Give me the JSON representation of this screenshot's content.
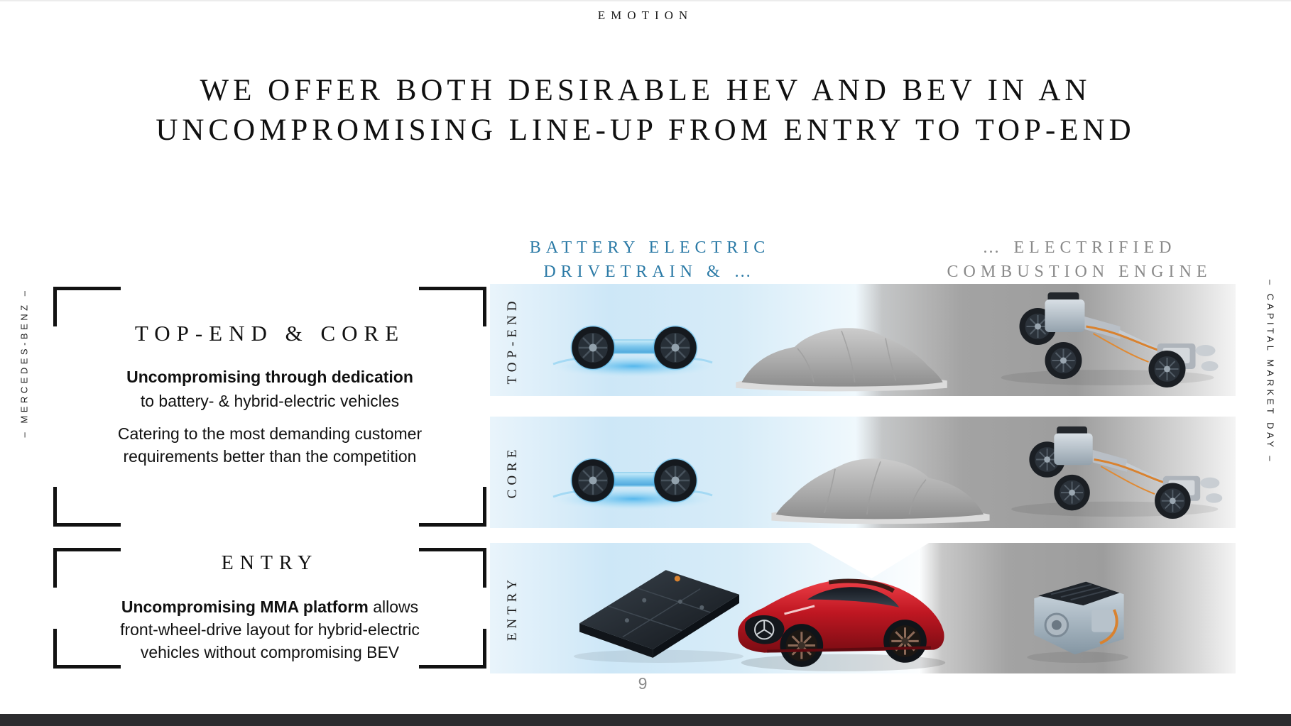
{
  "header": {
    "eyebrow": "EMOTION",
    "title_line1": "WE OFFER BOTH DESIRABLE HEV AND BEV IN AN",
    "title_line2": "UNCOMPROMISING LINE-UP FROM ENTRY TO TOP-END"
  },
  "side_labels": {
    "left": "– MERCEDES-BENZ –",
    "right": "– CAPITAL MARKET DAY –"
  },
  "columns": {
    "bev": {
      "line1": "BATTERY ELECTRIC",
      "line2": "DRIVETRAIN & …",
      "color": "#2b7aa6"
    },
    "ice": {
      "line1": "… ELECTRIFIED",
      "line2": "COMBUSTION ENGINE",
      "color": "#8a8a8a"
    }
  },
  "sections": [
    {
      "heading": "TOP-END & CORE",
      "lead_bold": "Uncompromising through dedication",
      "lead_line2": "to battery- & hybrid-electric vehicles",
      "para_line1": "Catering to the most demanding customer",
      "para_line2": "requirements better than the competition"
    },
    {
      "heading": "ENTRY",
      "lead_bold": "Uncompromising MMA platform",
      "lead_tail": " allows",
      "para_line1": "front-wheel-drive layout for hybrid-electric",
      "para_line2": "vehicles without compromising BEV"
    }
  ],
  "rows": [
    {
      "label": "TOP-END"
    },
    {
      "label": "CORE"
    },
    {
      "label": "ENTRY"
    }
  ],
  "footer": {
    "page_number": "9"
  },
  "illustrations": [
    "ev-platform-illustration",
    "covered-car-illustration",
    "hybrid-drivetrain-illustration",
    "battery-pack-illustration",
    "red-concept-car-illustration",
    "combustion-engine-illustration"
  ],
  "colors": {
    "accent_blue": "#2b7aa6",
    "header_gray": "#8a8a8a",
    "band_blue": "#cde7f7",
    "band_gray": "#9d9d9d",
    "bottom_bar": "#2c2c2f"
  }
}
